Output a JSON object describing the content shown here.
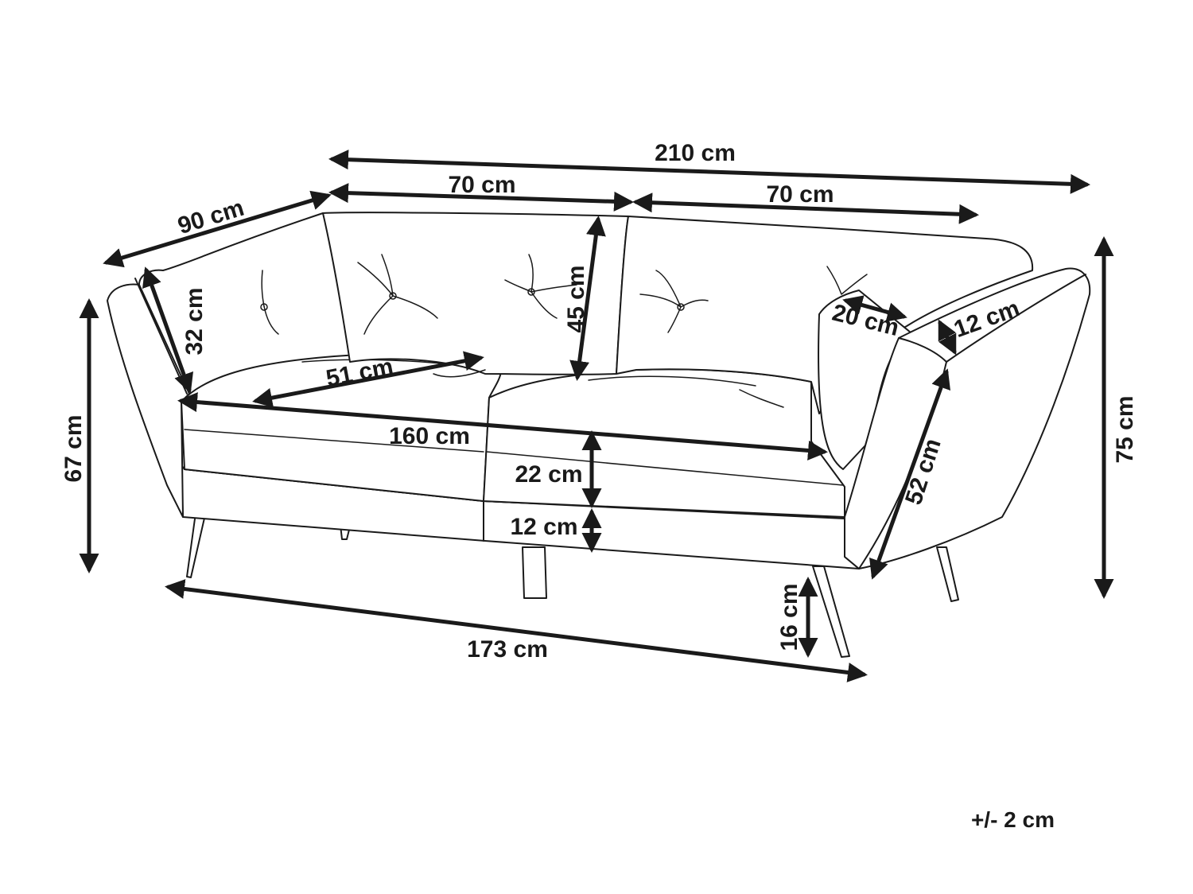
{
  "dimensions": {
    "overall_width": "210 cm",
    "back_cushion_left": "70 cm",
    "back_cushion_right": "70 cm",
    "depth": "90 cm",
    "armrest_inner_height": "32 cm",
    "back_cushion_height": "45 cm",
    "seat_depth": "51 cm",
    "seat_width": "160 cm",
    "seat_cushion_height": "22 cm",
    "base_height": "12 cm",
    "pillow_width": "20 cm",
    "armrest_width": "12 cm",
    "armrest_length": "52 cm",
    "overall_height": "75 cm",
    "arm_height": "67 cm",
    "leg_height": "16 cm",
    "base_width": "173 cm"
  },
  "tolerance": "+/- 2 cm"
}
